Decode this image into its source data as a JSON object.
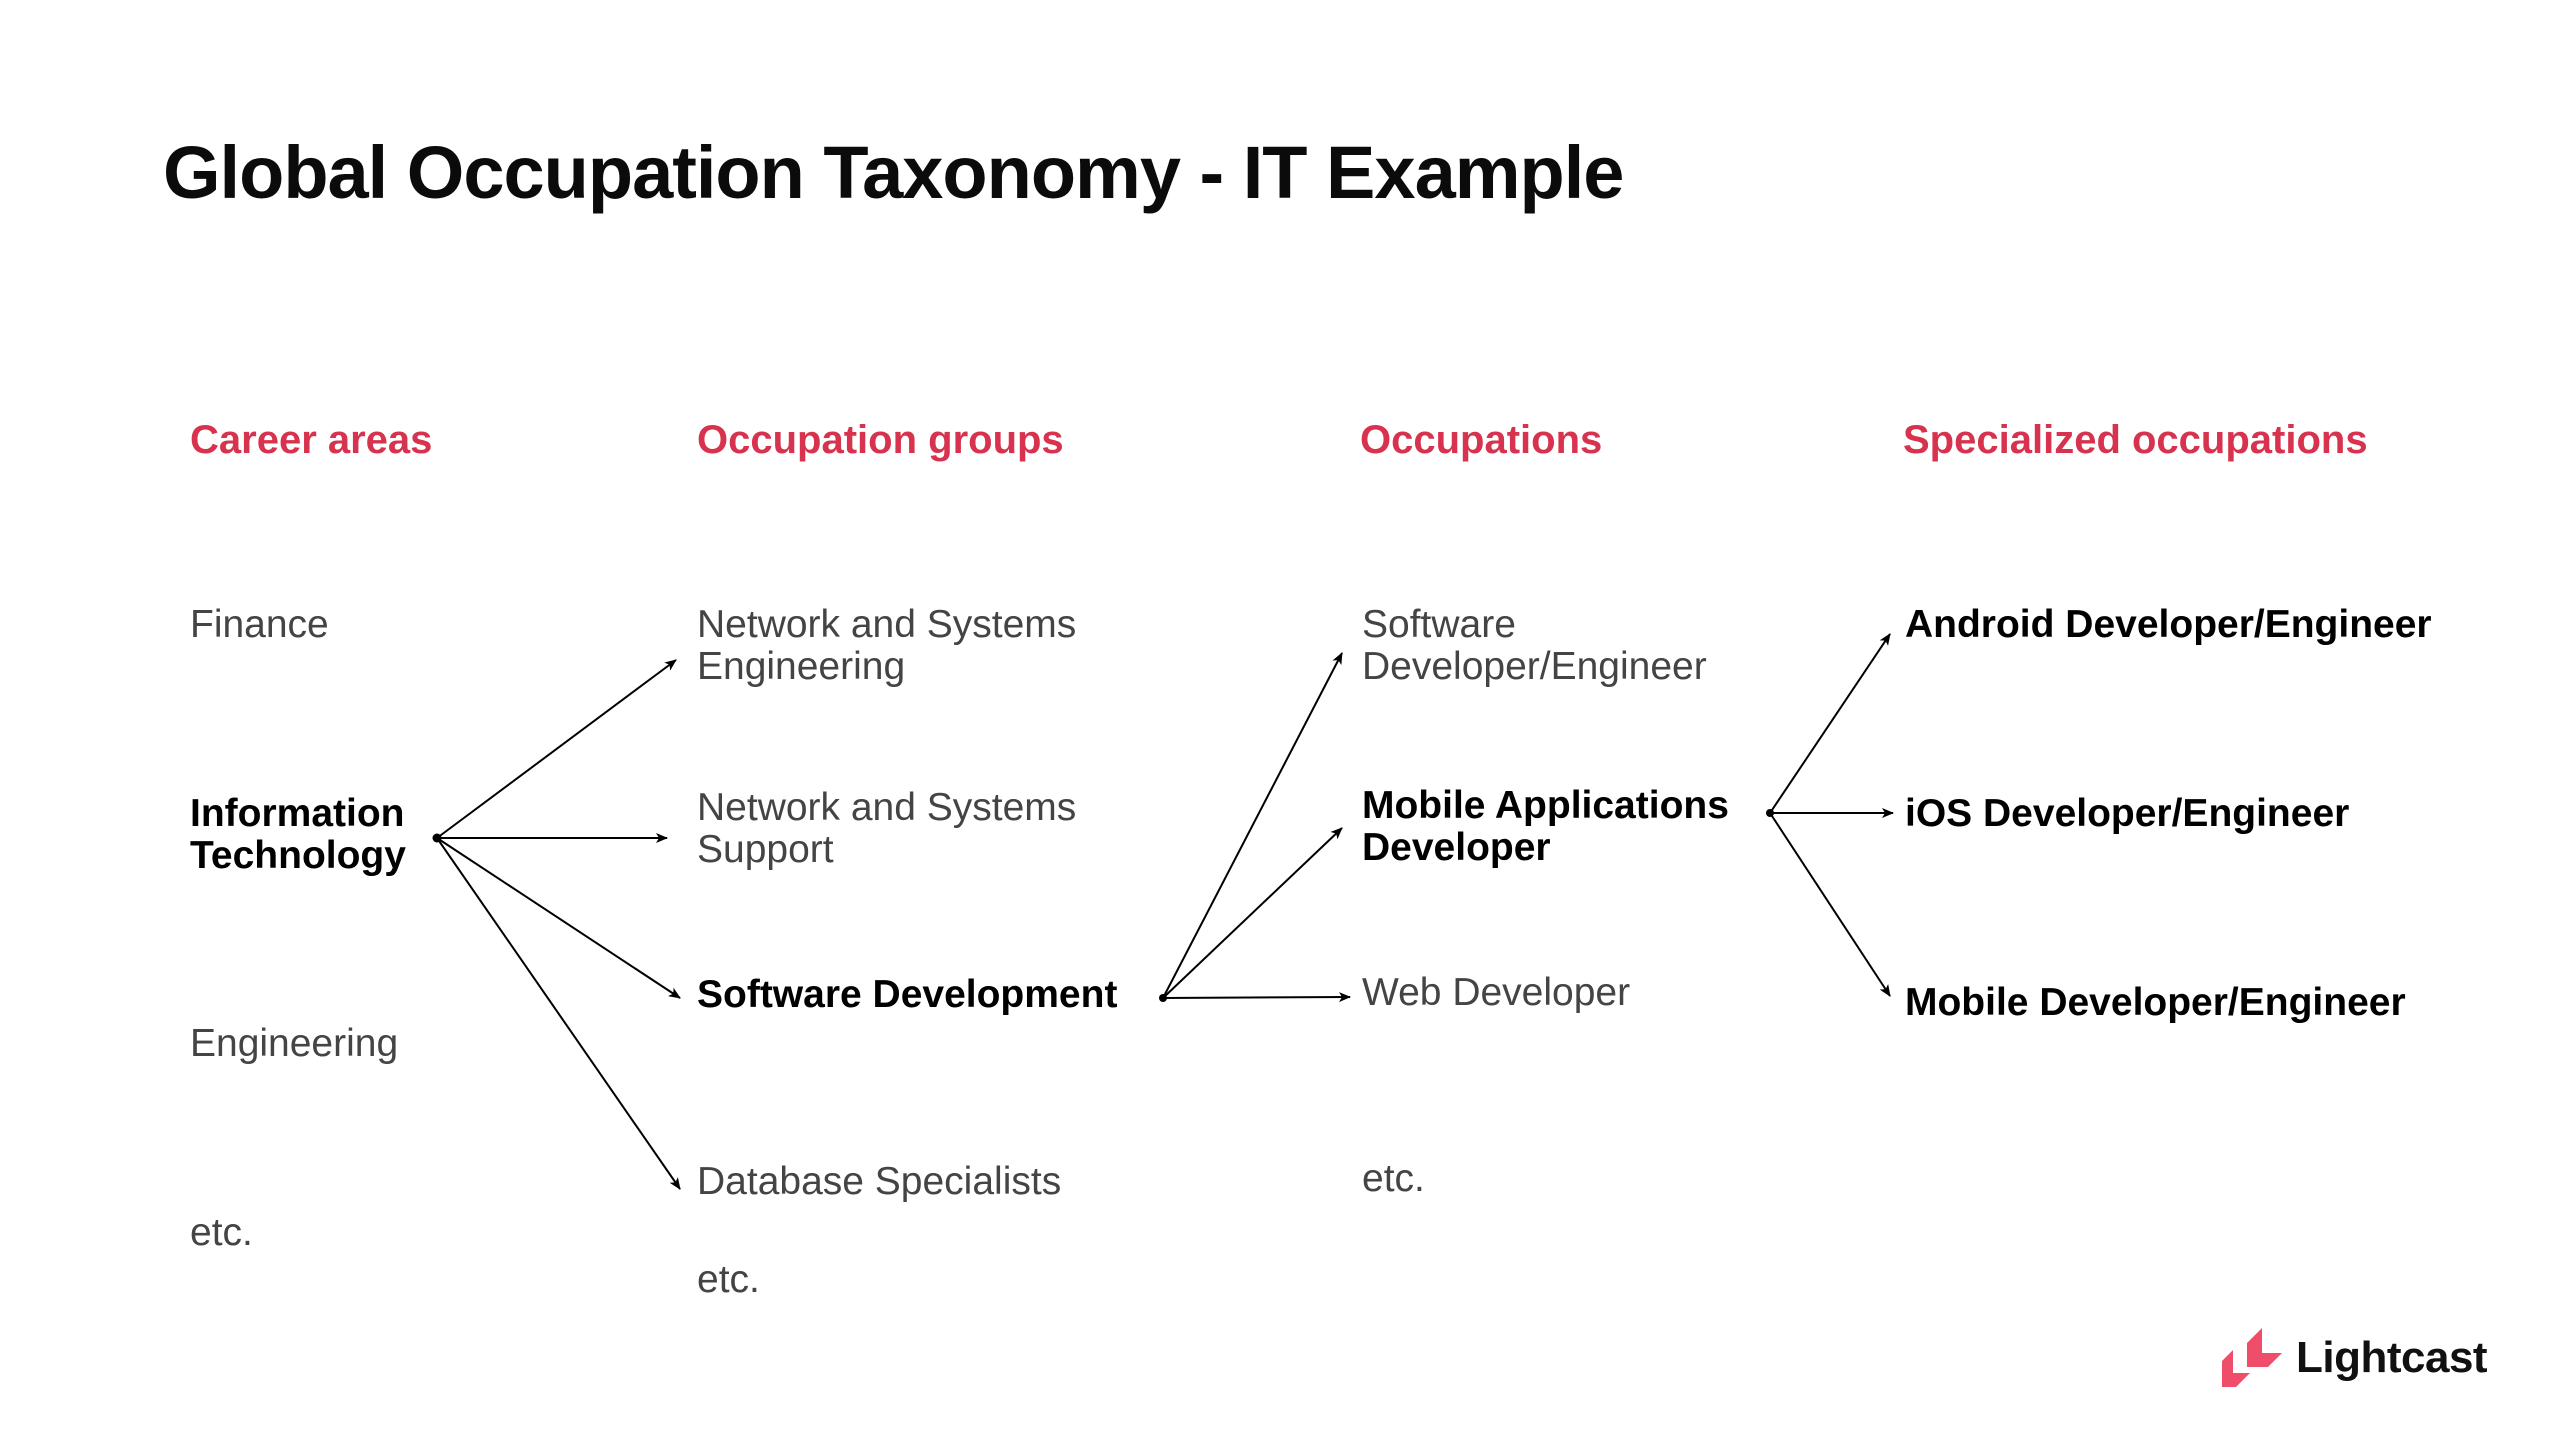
{
  "title": "Global Occupation Taxonomy - IT Example",
  "colors": {
    "accent": "#d7324e",
    "highlight_text": "#000000",
    "muted_text": "#444444",
    "logo_mark": "#ee4e6a"
  },
  "columns": [
    {
      "heading": "Career areas",
      "items": [
        {
          "label": "Finance",
          "highlighted": false
        },
        {
          "label": "Information\nTechnology",
          "highlighted": true
        },
        {
          "label": "Engineering",
          "highlighted": false
        },
        {
          "label": "etc.",
          "highlighted": false
        }
      ]
    },
    {
      "heading": "Occupation groups",
      "items": [
        {
          "label": "Network and Systems\nEngineering",
          "highlighted": false
        },
        {
          "label": "Network and Systems\nSupport",
          "highlighted": false
        },
        {
          "label": "Software Development",
          "highlighted": true
        },
        {
          "label": "Database Specialists",
          "highlighted": false
        },
        {
          "label": "etc.",
          "highlighted": false
        }
      ]
    },
    {
      "heading": "Occupations",
      "items": [
        {
          "label": "Software\nDeveloper/Engineer",
          "highlighted": false
        },
        {
          "label": "Mobile Applications\nDeveloper",
          "highlighted": true
        },
        {
          "label": "Web Developer",
          "highlighted": false
        },
        {
          "label": "etc.",
          "highlighted": false
        }
      ]
    },
    {
      "heading": "Specialized occupations",
      "items": [
        {
          "label": "Android Developer/Engineer",
          "highlighted": true
        },
        {
          "label": "iOS Developer/Engineer",
          "highlighted": true
        },
        {
          "label": "Mobile Developer/Engineer",
          "highlighted": true
        }
      ]
    }
  ],
  "edges": [
    {
      "from": "Information Technology",
      "to": "Network and Systems Engineering"
    },
    {
      "from": "Information Technology",
      "to": "Network and Systems Support"
    },
    {
      "from": "Information Technology",
      "to": "Software Development"
    },
    {
      "from": "Information Technology",
      "to": "Database Specialists"
    },
    {
      "from": "Software Development",
      "to": "Software Developer/Engineer"
    },
    {
      "from": "Software Development",
      "to": "Mobile Applications Developer"
    },
    {
      "from": "Software Development",
      "to": "Web Developer"
    },
    {
      "from": "Mobile Applications Developer",
      "to": "Android Developer/Engineer"
    },
    {
      "from": "Mobile Applications Developer",
      "to": "iOS Developer/Engineer"
    },
    {
      "from": "Mobile Applications Developer",
      "to": "Mobile Developer/Engineer"
    }
  ],
  "logo": {
    "name": "Lightcast",
    "icon": "lightcast-logo-mark-icon"
  }
}
